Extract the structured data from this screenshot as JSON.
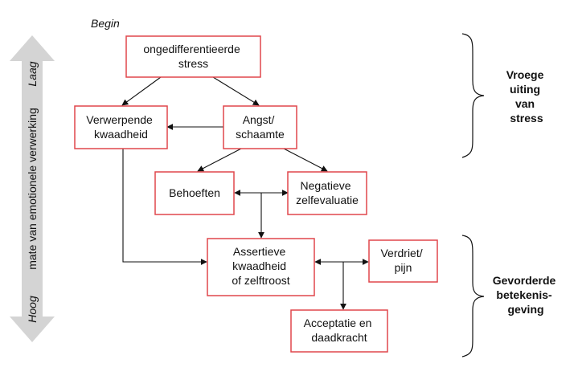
{
  "begin_label": "Begin",
  "scale": {
    "text": "mate van emotionele verwerking",
    "low": "Laag",
    "high": "Hoog",
    "color": "#d4d4d4"
  },
  "nodes": {
    "stress": [
      "ongedifferentieerde",
      "stress"
    ],
    "verwerpende": [
      "Verwerpende",
      "kwaadheid"
    ],
    "angst": [
      "Angst/",
      "schaamte"
    ],
    "behoeften": [
      "Behoeften"
    ],
    "negatieve": [
      "Negatieve",
      "zelfevaluatie"
    ],
    "assertieve": [
      "Assertieve",
      "kwaadheid",
      "of zelftroost"
    ],
    "verdriet": [
      "Verdriet/",
      "pijn"
    ],
    "acceptatie": [
      "Acceptatie en",
      "daadkracht"
    ]
  },
  "phases": {
    "early": [
      "Vroege",
      "uiting",
      "van",
      "stress"
    ],
    "late": [
      "Gevorderde",
      "betekenis-",
      "geving"
    ]
  },
  "colors": {
    "box_border": "#e0474c",
    "line": "#111111"
  }
}
